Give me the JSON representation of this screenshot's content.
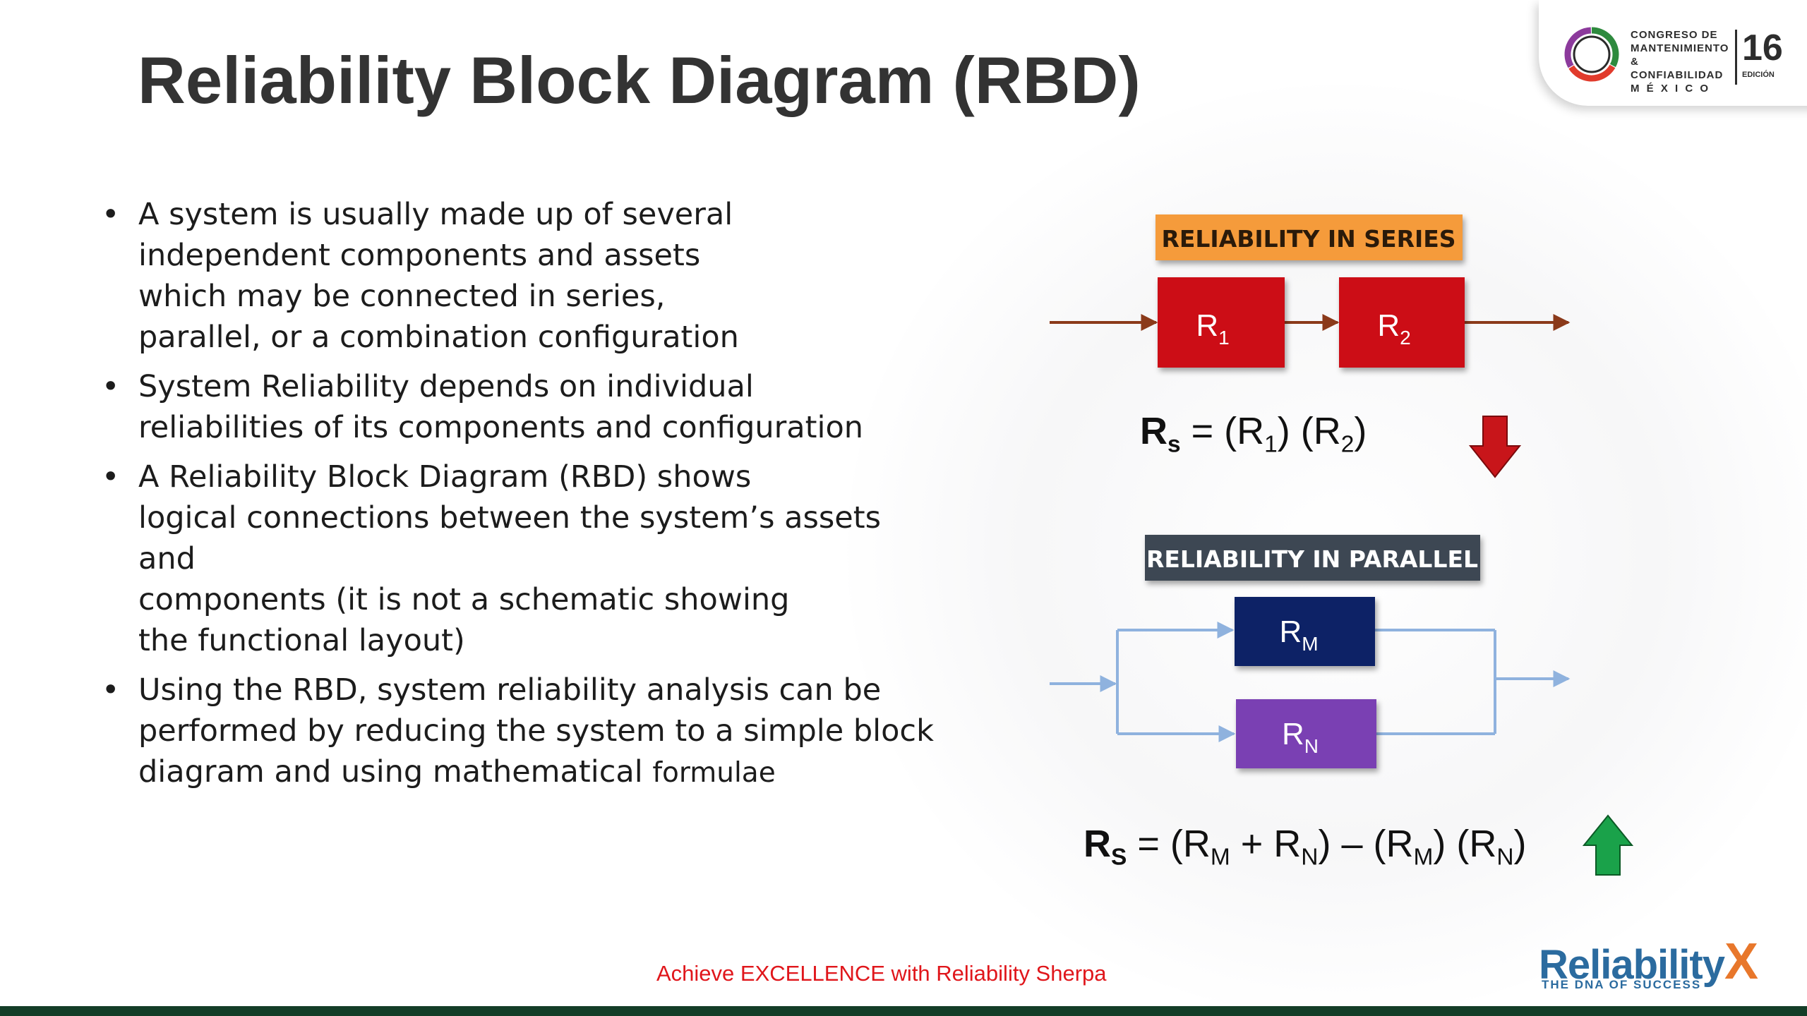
{
  "title": "Reliability Block Diagram (RBD)",
  "badge": {
    "line1": "CONGRESO DE",
    "line2": "MANTENIMIENTO",
    "line3": "& CONFIABILIDAD",
    "line4": "M É X I C O",
    "number": "16",
    "edition": "EDICIÓN"
  },
  "bullets": [
    {
      "lines": [
        "A system is usually made up of several",
        "independent components and assets",
        "which may be connected in series,",
        "parallel, or a combination configuration"
      ]
    },
    {
      "lines": [
        "System Reliability depends on individual",
        "reliabilities of its components and configuration"
      ]
    },
    {
      "lines": [
        "A Reliability Block Diagram (RBD) shows",
        "logical connections between the system’s assets and",
        "components (it is not a schematic showing",
        "the functional layout)"
      ]
    },
    {
      "lines": [
        "Using the RBD, system reliability analysis can be",
        "performed by reducing the system to a simple block",
        "diagram and using mathematical "
      ],
      "small_tail": "formulae"
    }
  ],
  "series": {
    "header": "RELIABILITY IN SERIES",
    "block1": {
      "main": "R",
      "sub": "1"
    },
    "block2": {
      "main": "R",
      "sub": "2"
    },
    "formula": {
      "rs": "R",
      "rs_sub": "s",
      "eq": " = (R",
      "s1": "1",
      "mid": ") (R",
      "s2": "2",
      "end": ")"
    }
  },
  "parallel": {
    "header": "RELIABILITY IN PARALLEL",
    "blockM": {
      "main": "R",
      "sub": "M"
    },
    "blockN": {
      "main": "R",
      "sub": "N"
    },
    "formula": {
      "rs": "R",
      "rs_sub": "S",
      "p1": " = (R",
      "sM": "M",
      "p2": " + R",
      "sN": "N",
      "p3": ") – (R",
      "sM2": "M",
      "p4": ") (R",
      "sN2": "N",
      "p5": ")"
    }
  },
  "footer": {
    "tagline": "Achieve EXCELLENCE with Reliability Sherpa",
    "logo_word": "Reliability",
    "logo_x": "X",
    "logo_tag": "THE DNA OF SUCCESS"
  },
  "colors": {
    "series_header": "#f59b3a",
    "series_block": "#cc0f12",
    "series_arrow": "#8b3a1a",
    "parallel_header": "#3e4753",
    "block_m": "#0f2466",
    "block_n": "#7a3fb3",
    "parallel_line": "#8fb2de",
    "down_arrow": "#c8151a",
    "up_arrow": "#1aa24a"
  }
}
